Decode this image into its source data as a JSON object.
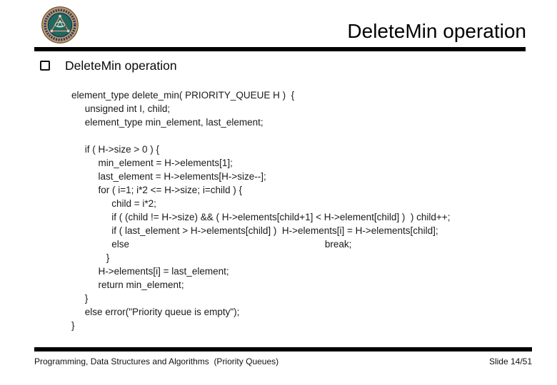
{
  "header": {
    "title": "DeleteMin operation",
    "logo_icon": "institution-seal"
  },
  "body": {
    "heading": "DeleteMin operation",
    "bullet_icon": "square-bullet"
  },
  "code": {
    "lines": [
      "element_type delete_min( PRIORITY_QUEUE H )  {",
      "     unsigned int I, child;",
      "     element_type min_element, last_element;",
      "",
      "     if ( H->size > 0 ) {",
      "          min_element = H->elements[1];",
      "          last_element = H->elements[H->size--];",
      "          for ( i=1; i*2 <= H->size; i=child ) {",
      "               child = i*2;",
      "               if ( (child != H->size) && ( H->elements[child+1] < H->element[child] )  ) child++;",
      "               if ( last_element > H->elements[child] )  H->elements[i] = H->elements[child];",
      "               else                                                                         break;",
      "             }",
      "          H->elements[i] = last_element;",
      "          return min_element;",
      "     }",
      "     else error(\"Priority queue is empty\");",
      "}"
    ]
  },
  "footer": {
    "left": "Programming, Data Structures and Algorithms  (Priority Queues)",
    "right": "Slide 14/51"
  },
  "colors": {
    "divider": "#000000",
    "code_text": "#1a1a1a",
    "logo_ring": "#b99768",
    "logo_ring_text": "#24356f",
    "logo_inner": "#20695f",
    "logo_accent_red": "#b8442f",
    "logo_emblem": "#d3dacd"
  }
}
